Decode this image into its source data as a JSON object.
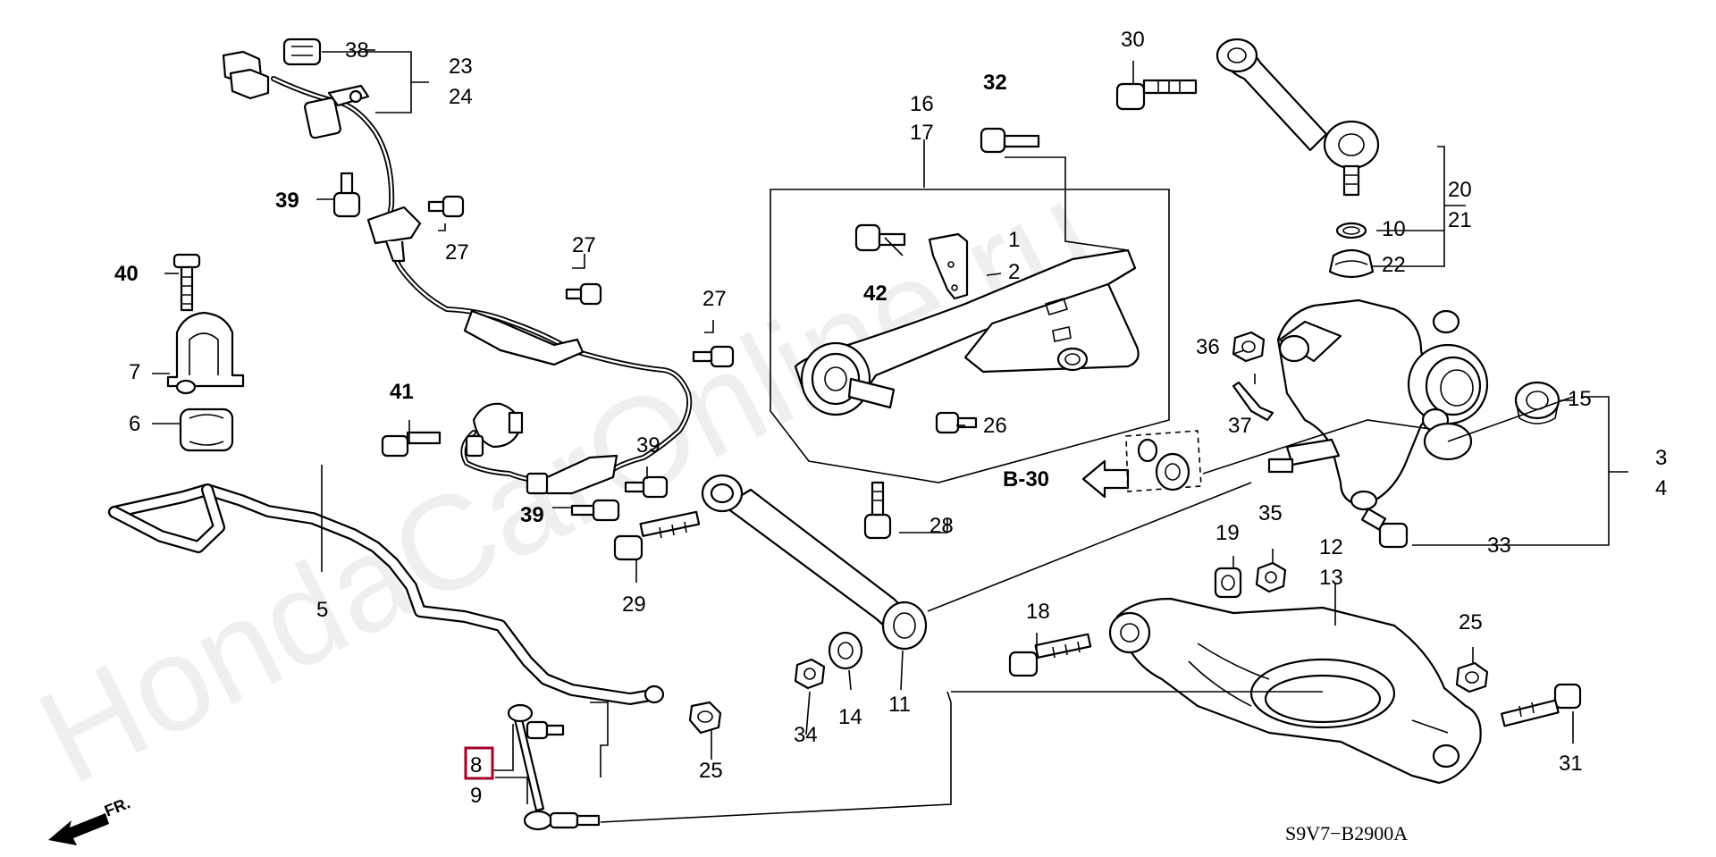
{
  "diagram": {
    "watermark": "HondaCarOnline.ru",
    "code": "S9V7−B2900A",
    "front_label": "FR.",
    "ref_label": "B-30",
    "highlighted_part": "8",
    "callouts": {
      "c1": "1",
      "c2": "2",
      "c3": "3",
      "c4": "4",
      "c5": "5",
      "c6": "6",
      "c7": "7",
      "c8": "8",
      "c9": "9",
      "c10": "10",
      "c11": "11",
      "c12": "12",
      "c13": "13",
      "c14": "14",
      "c15": "15",
      "c16": "16",
      "c17": "17",
      "c18": "18",
      "c19": "19",
      "c20": "20",
      "c21": "21",
      "c22": "22",
      "c23": "23",
      "c24": "24",
      "c25a": "25",
      "c25b": "25",
      "c26": "26",
      "c27a": "27",
      "c27b": "27",
      "c27c": "27",
      "c28": "28",
      "c29": "29",
      "c30": "30",
      "c31": "31",
      "c32": "32",
      "c33": "33",
      "c34": "34",
      "c35": "35",
      "c36": "36",
      "c37": "37",
      "c38": "38",
      "c39a": "39",
      "c39b": "39",
      "c39c": "39",
      "c40": "40",
      "c41": "41",
      "c42": "42"
    }
  }
}
